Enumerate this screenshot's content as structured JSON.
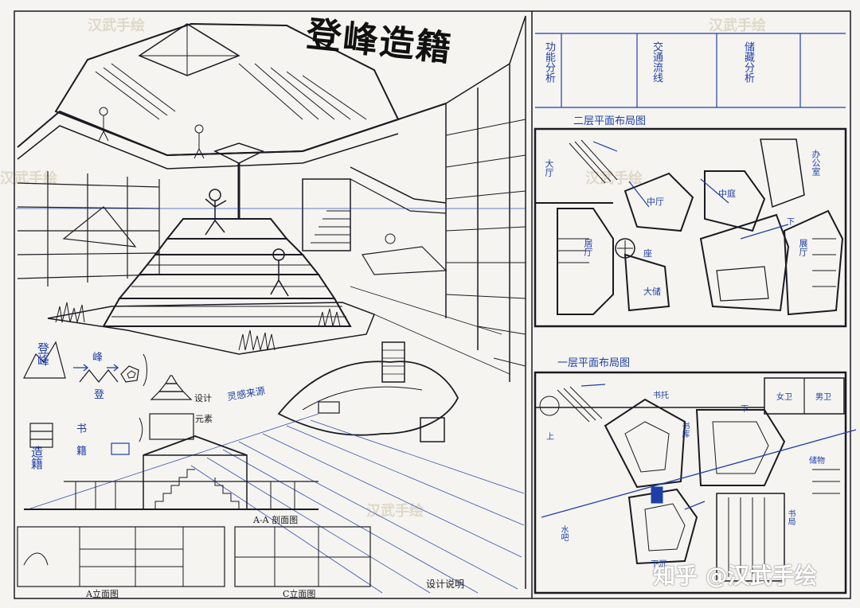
{
  "title": "登峰造籍",
  "watermarks": [
    "汉武手绘",
    "汉武手绘",
    "汉武手绘",
    "汉武手绘",
    "汉武手绘"
  ],
  "credit": "知乎 @汉武手绘",
  "table_headers": [
    "功能分析",
    "交通流线",
    "储藏分析"
  ],
  "plan_first": {
    "title": "二层平面布局图",
    "rooms": [
      "中厅",
      "中庭",
      "大厅",
      "展厅",
      "居厅",
      "座",
      "大储",
      "办公室",
      "下"
    ]
  },
  "plan_second": {
    "title": "一层平面布局图",
    "rooms": [
      "书托",
      "书库",
      "书局",
      "水吧",
      "下沉",
      "上",
      "下",
      "女卫",
      "男卫",
      "储物"
    ]
  },
  "concept": {
    "word1": "登峰",
    "word2": "造籍",
    "chain1": [
      "峰",
      "登"
    ],
    "chain2": [
      "书",
      "籍"
    ],
    "label_concept": "设计",
    "label_source": "灵感来源",
    "label_element": "元素"
  },
  "sections": {
    "section_aa": "A-A 剖面图",
    "elev_a": "A立面图",
    "elev_c": "C立面图",
    "design_note": "设计说明"
  }
}
